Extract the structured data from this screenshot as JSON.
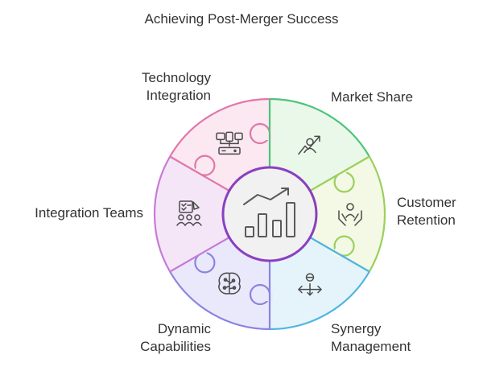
{
  "title": "Achieving Post-Merger Success",
  "segments": [
    {
      "label_lines": [
        "Market Share"
      ],
      "icon": "person-growth-arrow-icon",
      "fill": "#eaf8ea",
      "stroke": "#4cc47a"
    },
    {
      "label_lines": [
        "Customer",
        "Retention"
      ],
      "icon": "hands-holding-person-icon",
      "fill": "#f3f9e5",
      "stroke": "#9bcf5c"
    },
    {
      "label_lines": [
        "Synergy",
        "Management"
      ],
      "icon": "person-arrows-icon",
      "fill": "#e5f4fb",
      "stroke": "#4fb4e0"
    },
    {
      "label_lines": [
        "Dynamic",
        "Capabilities"
      ],
      "icon": "brain-circuit-icon",
      "fill": "#eae9fb",
      "stroke": "#8a84e0"
    },
    {
      "label_lines": [
        "Integration Teams"
      ],
      "icon": "team-checklist-icon",
      "fill": "#f4e6f7",
      "stroke": "#c77bd6"
    },
    {
      "label_lines": [
        "Technology",
        "Integration"
      ],
      "icon": "network-devices-icon",
      "fill": "#fbe8f1",
      "stroke": "#e077a9"
    }
  ],
  "center_icon": "bar-chart-trend-icon",
  "center_fill": "#f1f1f1",
  "center_stroke": "#8a3fc0"
}
